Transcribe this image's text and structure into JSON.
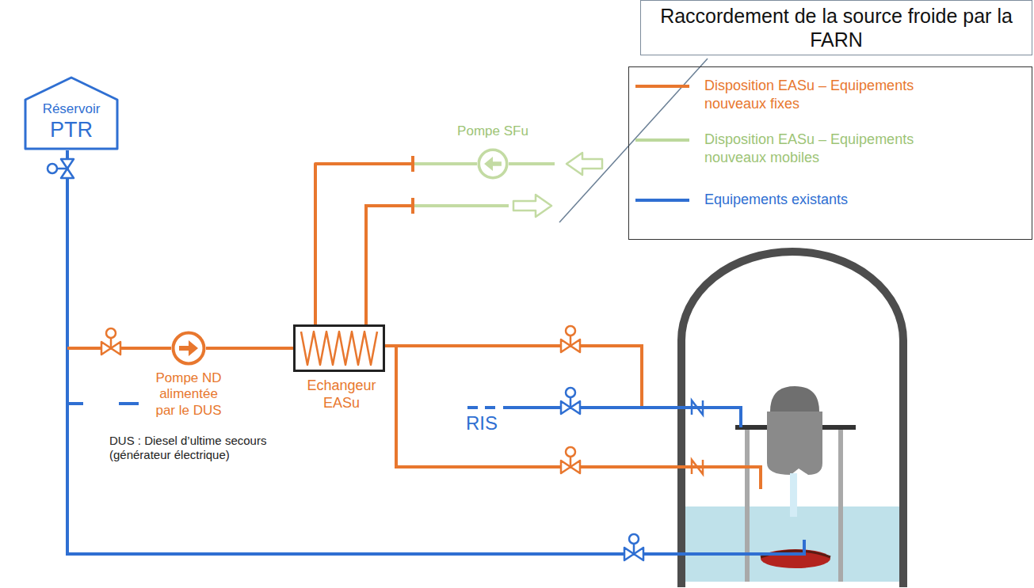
{
  "diagram": {
    "nodes": [
      {
        "text": [
          "Raccordement de la source froide par la FARN"
        ]
      },
      {
        "text": [
          "Réservoir",
          "PTR"
        ]
      },
      {
        "text": [
          "Pompe SFu"
        ]
      },
      {
        "text": [
          "Pompe ND alimentée par le DUS"
        ]
      },
      {
        "text": [
          "Echangeur EASu"
        ]
      }
    ],
    "edges": [
      {
        "from": 3,
        "to": 4,
        "arrow": "none"
      },
      {
        "from": 2,
        "to": 4,
        "arrow": "none"
      }
    ],
    "labels": [
      "RIS",
      "DUS : Diesel d’ultime secours (générateur électrique)"
    ],
    "legend": [
      {
        "text": "Disposition EASu – Equipements nouveaux fixes",
        "color": "#e8772e"
      },
      {
        "text": "Disposition EASu – Equipements nouveaux mobiles",
        "color": "#bcd89c"
      },
      {
        "text": "Equipements existants",
        "color": "#2f6fd2"
      }
    ]
  }
}
